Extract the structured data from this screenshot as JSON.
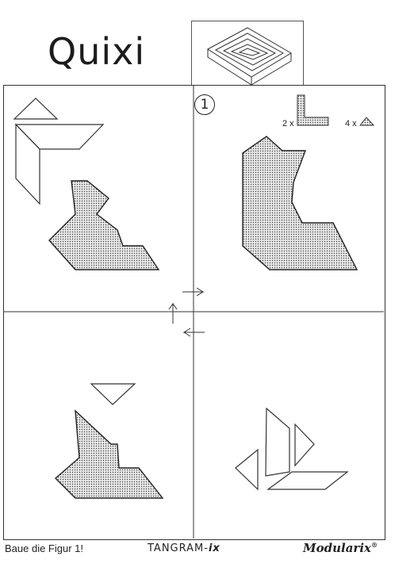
{
  "header": {
    "title": "Quixi"
  },
  "panel": {
    "number": "1",
    "piece_counts": [
      {
        "label": "2 x",
        "shape": "L-piece-icon"
      },
      {
        "label": "4 x",
        "shape": "triangle-piece-icon"
      }
    ]
  },
  "footer": {
    "caption": "Baue die Figur 1!",
    "brand_prefix": "TANGRAM-",
    "brand_suffix": "ix",
    "brand2": "Modularix",
    "brand2_mark": "®"
  },
  "colors": {
    "line": "#222222",
    "shading": "#d6d6d6",
    "paper": "#ffffff"
  }
}
